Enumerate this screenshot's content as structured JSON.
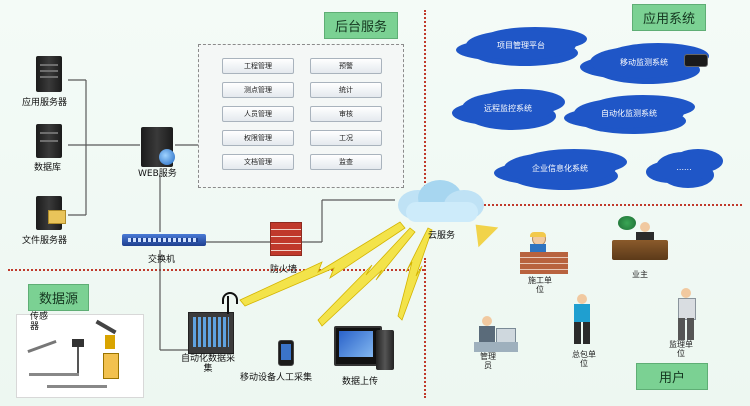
{
  "sections": {
    "backend": "后台服务",
    "apps": "应用系统",
    "datasource": "数据源",
    "users": "用户"
  },
  "left_servers": {
    "app_server": "应用服务器",
    "database": "数据库",
    "file_server": "文件服务器"
  },
  "web_server": "WEB服务",
  "switch": "交换机",
  "firewall": "防火墙",
  "cloud_service": "云服务",
  "modules_left": [
    "工程管理",
    "测点管理",
    "人员管理",
    "权限管理",
    "文档管理"
  ],
  "modules_right": [
    "预警",
    "统计",
    "审核",
    "工况",
    "监查"
  ],
  "apps_list": {
    "project_platform": "项目管理平台",
    "mobile_monitor": "移动监测系统",
    "remote_monitor": "远程监控系统",
    "auto_monitor": "自动化监测系统",
    "enterprise_info": "企业信息化系统",
    "more": "......"
  },
  "data_sources": {
    "sensor": "传感器",
    "auto_collect": "自动化数据采集",
    "mobile_manual": "移动设备人工采集",
    "data_upload": "数据上传"
  },
  "user_roles": {
    "construction": "施工单位",
    "owner": "业主",
    "manager": "管理员",
    "general_contractor": "总包单位",
    "supervisor": "监理单位"
  },
  "colors": {
    "section_green": "#7bd193",
    "cloud_blue": "#1f56c7",
    "divider_red": "#c0392b"
  }
}
